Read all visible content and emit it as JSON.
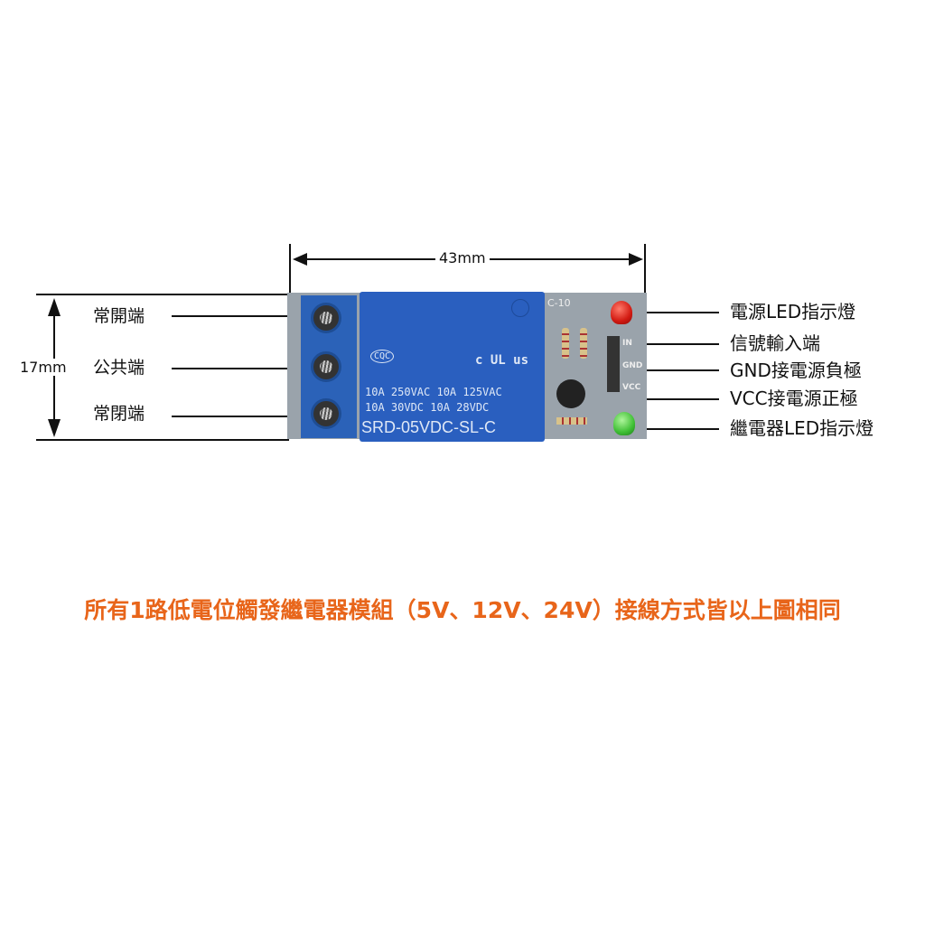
{
  "dimensions": {
    "width_label": "43mm",
    "height_label": "17mm"
  },
  "left_labels": [
    "常開端",
    "公共端",
    "常閉端"
  ],
  "right_labels": [
    "電源LED指示燈",
    "信號輸入端",
    "GND接電源負極",
    "VCC接電源正極",
    "繼電器LED指示燈"
  ],
  "relay": {
    "line1": "10A 250VAC  10A 125VAC",
    "line2": "10A  30VDC  10A  28VDC",
    "model": "SRD-05VDC-SL-C",
    "cert1": "CQC",
    "cert2": "c UL us"
  },
  "board": {
    "code": "C-10",
    "pins": [
      "IN",
      "GND",
      "VCC"
    ]
  },
  "caption": "所有1路低電位觸發繼電器模組（5V、12V、24V）接線方式皆以上圖相同",
  "colors": {
    "caption": "#e8651a",
    "relay": "#2a5fbf"
  }
}
